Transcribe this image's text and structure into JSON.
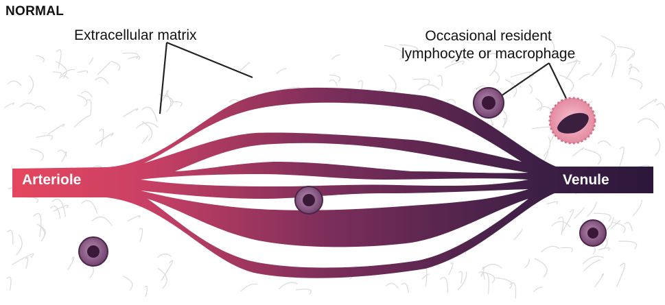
{
  "title": "NORMAL",
  "labels": {
    "extracellular_matrix": "Extracellular matrix",
    "resident_cell_line1": "Occasional resident",
    "resident_cell_line2": "lymphocyte or macrophage",
    "arteriole": "Arteriole",
    "venule": "Venule"
  },
  "colors": {
    "arteriole": "#e8475e",
    "capillary_mid": "#7a2e5a",
    "venule": "#2a1638",
    "cell_body": "#8a5a86",
    "cell_nucleus": "#3a1838",
    "macrophage_halo": "#e98aa0",
    "matrix_texture": "#dcdcdc"
  }
}
